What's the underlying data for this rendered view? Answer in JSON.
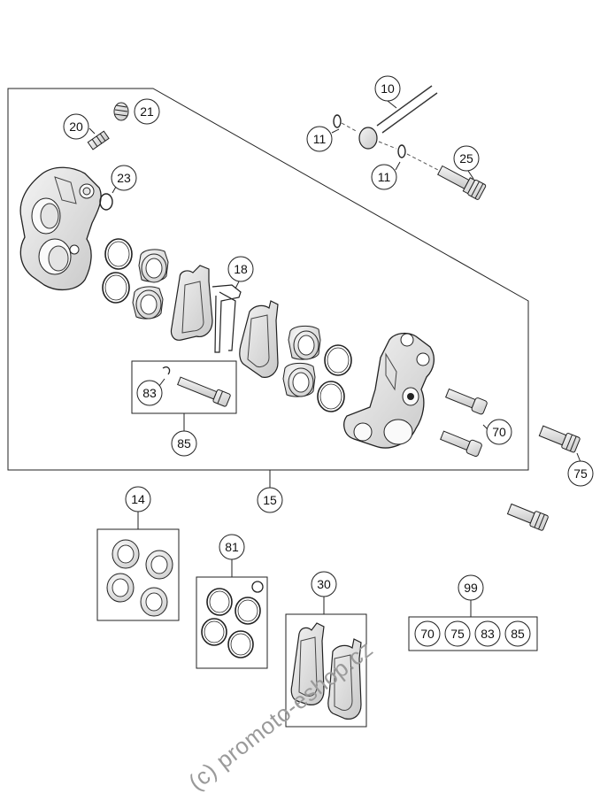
{
  "callouts": {
    "c10": "10",
    "c11a": "11",
    "c11b": "11",
    "c25": "25",
    "c20": "20",
    "c21": "21",
    "c23": "23",
    "c18": "18",
    "c83": "83",
    "c85": "85",
    "c70": "70",
    "c75": "75",
    "c15": "15",
    "c14": "14",
    "c81": "81",
    "c30": "30",
    "c99": "99"
  },
  "kit99": [
    "70",
    "75",
    "83",
    "85"
  ],
  "watermark": "(c) promoto-eshop.cz"
}
